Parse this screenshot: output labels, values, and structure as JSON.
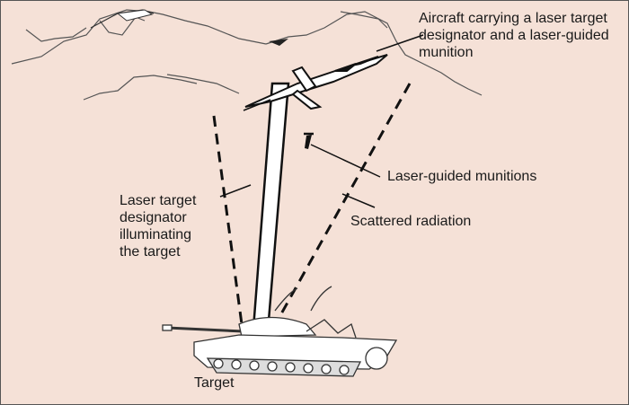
{
  "diagram": {
    "background_color": "#f5e1d7",
    "labels": {
      "aircraft": "Aircraft carrying a laser target\ndesignator and a laser-guided\n          munition",
      "designator": "Laser target\ndesignator\nilluminating\nthe target",
      "munitions": "Laser-guided munitions",
      "scattered": "Scattered radiation",
      "target": "Target"
    },
    "elements": {
      "aircraft": "jet-aircraft",
      "beam": "laser-beam",
      "scatter": "scattered-radiation-dashed-lines",
      "munition": "laser-guided-munition",
      "tank": "target-tank",
      "mountains": "mountain-ridge"
    }
  }
}
